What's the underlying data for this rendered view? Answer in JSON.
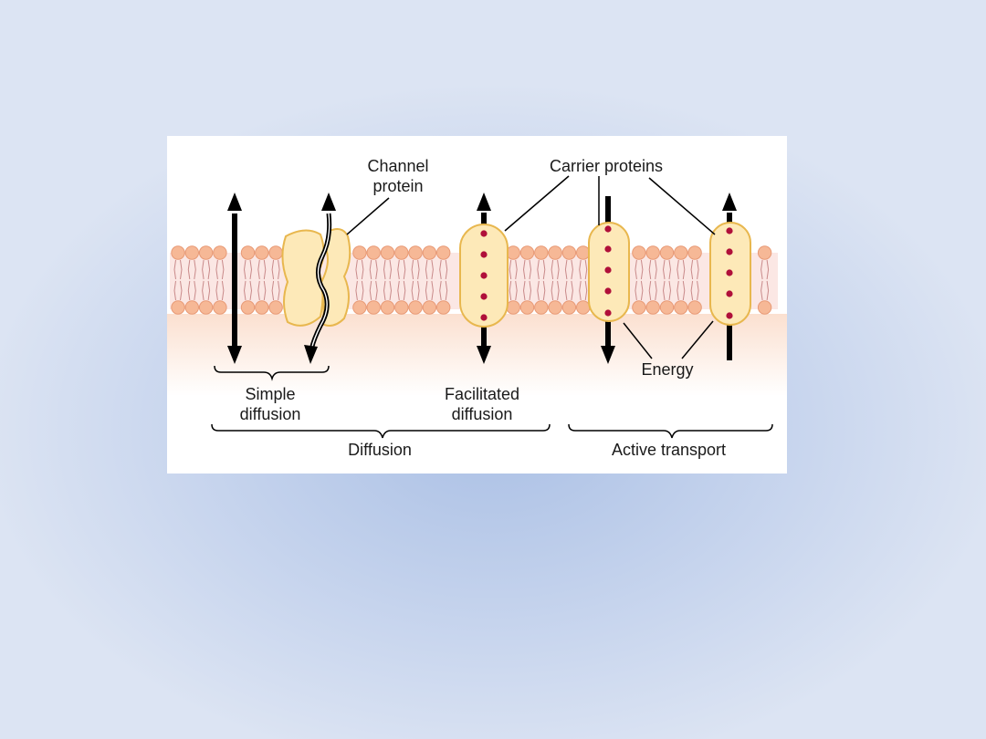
{
  "diagram": {
    "labels": {
      "channel_protein": "Channel\nprotein",
      "carrier_proteins": "Carrier proteins",
      "energy": "Energy",
      "simple_diffusion": "Simple\ndiffusion",
      "facilitated_diffusion": "Facilitated\ndiffusion",
      "diffusion": "Diffusion",
      "active_transport": "Active transport"
    },
    "colors": {
      "slide_background": "#dce4f3",
      "lipid_head": "#f6b896",
      "lipid_tail": "#c98a8a",
      "protein_fill": "#fde9b8",
      "protein_outline": "#e8b74e",
      "carrier_dot": "#b0103a",
      "arrow": "#000000"
    }
  }
}
